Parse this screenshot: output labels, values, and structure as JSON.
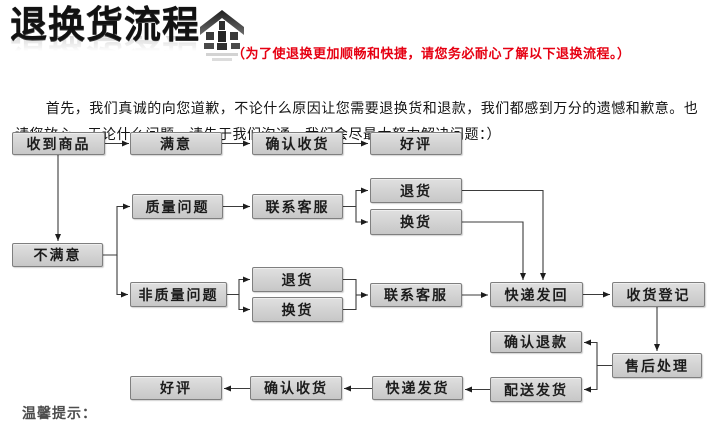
{
  "header": {
    "title": "退换货流程",
    "subtitle": "（为了使退换更加顺畅和快捷，请您务必耐心了解以下退换流程。）",
    "accent_color": "#e60012"
  },
  "icons": {
    "logo": "home-arrow-icon"
  },
  "intro": {
    "text": "首先，我们真诚的向您道歉，不论什么原因让您需要退换货和退款，我们都感到万分的遗憾和歉意。也请您放心，无论什么问题，请先于我们沟通，我们会尽最大努力解决问题：）"
  },
  "flowchart": {
    "box_fill": "#d2d2d2",
    "box_border": "#7f7f7f",
    "line_color": "#3b3b3b",
    "nodes": {
      "received": "收到商品",
      "satisfied": "满意",
      "confirm_receipt_1": "确认收货",
      "good_review_1": "好评",
      "quality_issue": "质量问题",
      "contact_service_1": "联系客服",
      "return_1": "退货",
      "exchange_1": "换货",
      "not_satisfied": "不满意",
      "non_quality_issue": "非质量问题",
      "return_2": "退货",
      "exchange_2": "换货",
      "contact_service_2": "联系客服",
      "express_send_back": "快递发回",
      "receipt_registration": "收货登记",
      "confirm_refund": "确认退款",
      "after_sales": "售后处理",
      "dispatch_delivery": "配送发货",
      "express_delivery": "快递发货",
      "confirm_receipt_2": "确认收货",
      "good_review_2": "好评"
    }
  },
  "footer": {
    "tips": "温馨提示："
  }
}
